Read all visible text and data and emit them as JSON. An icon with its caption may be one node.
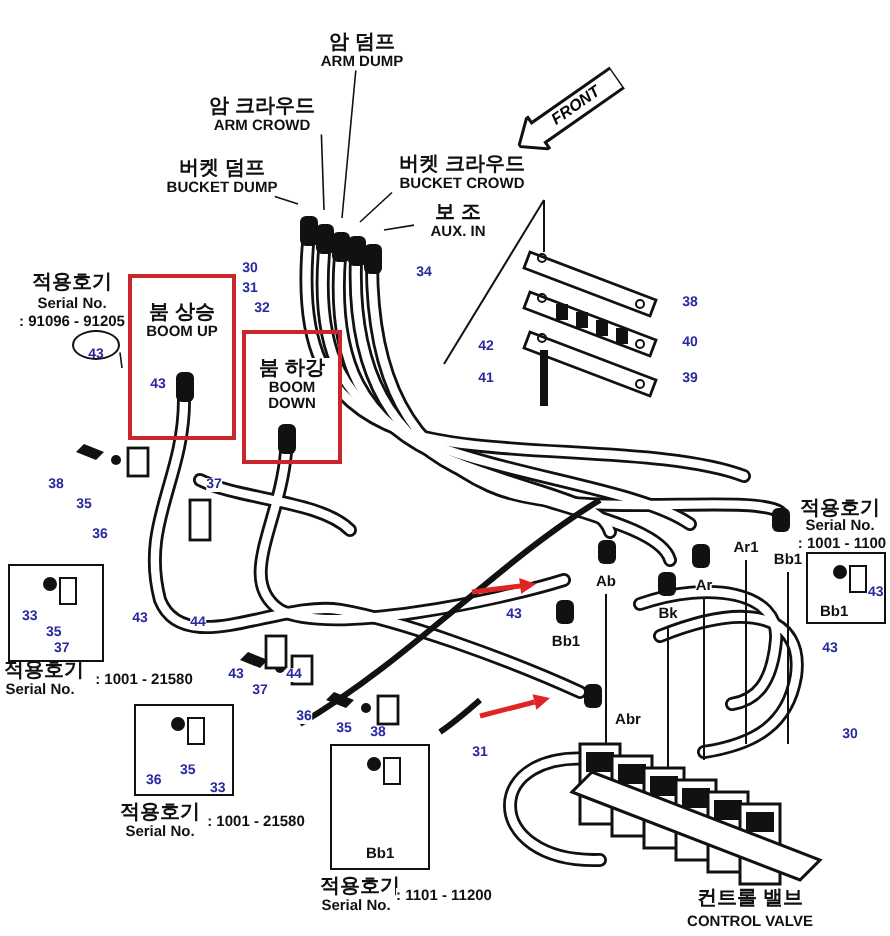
{
  "diagram": {
    "nodes": [
      {
        "text": [
          "암 덤프",
          "ARM DUMP"
        ]
      },
      {
        "text": [
          "암 크라우드",
          "ARM CROWD"
        ]
      },
      {
        "text": [
          "버켓 덤프",
          "BUCKET DUMP"
        ]
      },
      {
        "text": [
          "버켓 크라우드",
          "BUCKET CROWD"
        ]
      },
      {
        "text": [
          "보 조",
          "AUX. IN"
        ]
      },
      {
        "text": [
          "FRONT"
        ]
      },
      {
        "text": [
          "붐 상승",
          "BOOM UP"
        ]
      },
      {
        "text": [
          "붐 하강",
          "BOOM DOWN"
        ]
      },
      {
        "text": [
          "33",
          "35",
          "37"
        ],
        "beside": [
          "적용호기",
          "Serial No.",
          ": 1001 - 21580"
        ]
      },
      {
        "text": [
          "36",
          "35",
          "33"
        ],
        "beside": [
          "적용호기",
          "Serial No.",
          ": 1001 - 21580"
        ]
      },
      {
        "text": [
          "Bb1"
        ],
        "beside": [
          "적용호기",
          "Serial No.",
          ": 1101 - 11200"
        ]
      },
      {
        "text": [
          "Bb1",
          "43"
        ],
        "beside": [
          "적용호기",
          "Serial No.",
          ": 1001 - 1100"
        ]
      },
      {
        "text": [
          "43"
        ]
      }
    ],
    "edges": [
      {
        "from": 0,
        "to": null,
        "arrow": "none"
      },
      {
        "from": 1,
        "to": null,
        "arrow": "none"
      },
      {
        "from": 2,
        "to": null,
        "arrow": "none"
      },
      {
        "from": 3,
        "to": null,
        "arrow": "none"
      },
      {
        "from": 4,
        "to": null,
        "arrow": "none"
      },
      {
        "from": 12,
        "to": null,
        "arrow": "none"
      }
    ],
    "labels": [
      "적용호기",
      "Serial No.",
      ": 91096 - 91205",
      "30",
      "31",
      "32",
      "34",
      "43",
      "38",
      "42",
      "40",
      "41",
      "39",
      "38",
      "35",
      "36",
      "37",
      "43",
      "44",
      "43",
      "37",
      "44",
      "36",
      "35",
      "38",
      "Ab",
      "Ar1",
      "Bk",
      "Ar",
      "Bb1",
      "43",
      "Bb1",
      "43",
      "Abr",
      "30",
      "31",
      "컨트롤 밸브",
      "CONTROL VALVE"
    ]
  }
}
